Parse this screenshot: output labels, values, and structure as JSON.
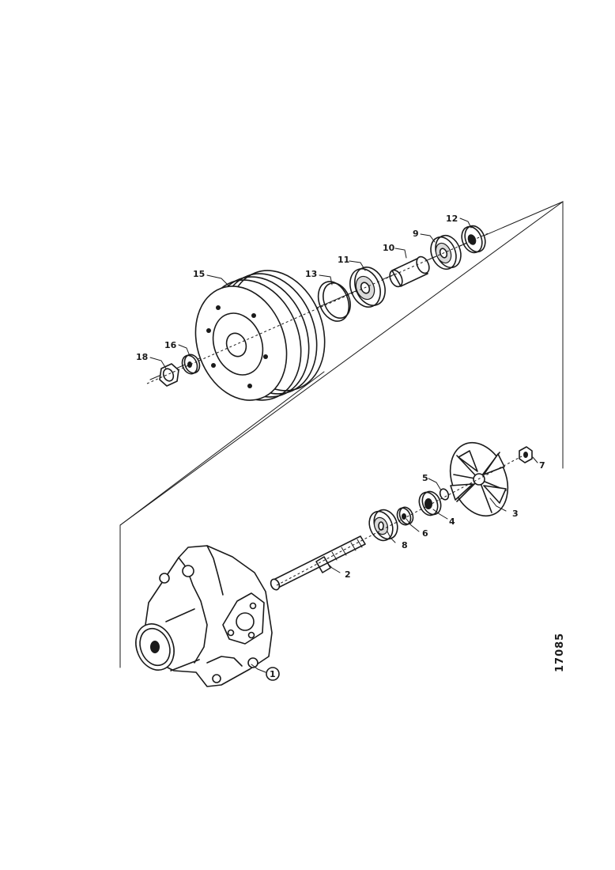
{
  "figure": {
    "reference_number": "17085",
    "callouts": {
      "c1": "1",
      "c2": "2",
      "c3": "3",
      "c4": "4",
      "c5": "5",
      "c6": "6",
      "c7": "7",
      "c8": "8",
      "c9": "9",
      "c10": "10",
      "c11": "11",
      "c12": "12",
      "c13": "13",
      "c15": "15",
      "c16": "16",
      "c18": "18"
    }
  }
}
